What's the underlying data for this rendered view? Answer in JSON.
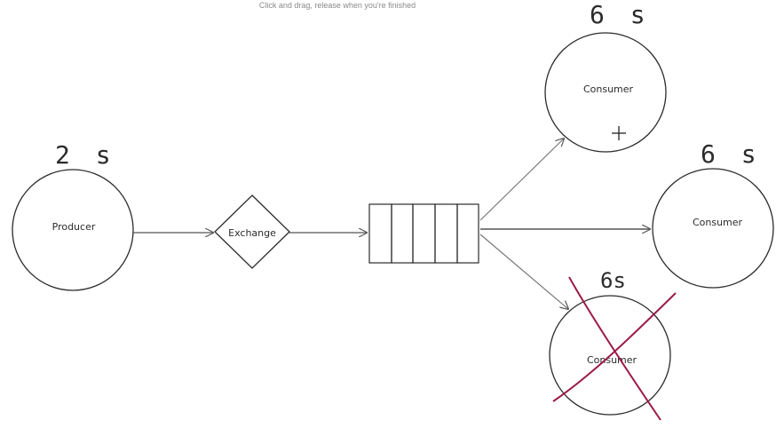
{
  "hint": "Click and drag, release when you're finished",
  "nodes": {
    "producer": {
      "label": "Producer",
      "timing": "2 s"
    },
    "exchange": {
      "label": "Exchange"
    },
    "consumer_top": {
      "label": "Consumer",
      "timing": "6 s"
    },
    "consumer_middle": {
      "label": "Consumer",
      "timing": "6 s"
    },
    "consumer_bottom": {
      "label": "Consumer",
      "timing": "6s",
      "crossed_out": true
    }
  },
  "queue": {
    "slots": 5
  },
  "colors": {
    "stroke": "#2b2b2b",
    "cross": "#9b1b4a",
    "arrow": "#555555"
  },
  "icons": {
    "cursor": "crosshair-cursor-icon"
  }
}
